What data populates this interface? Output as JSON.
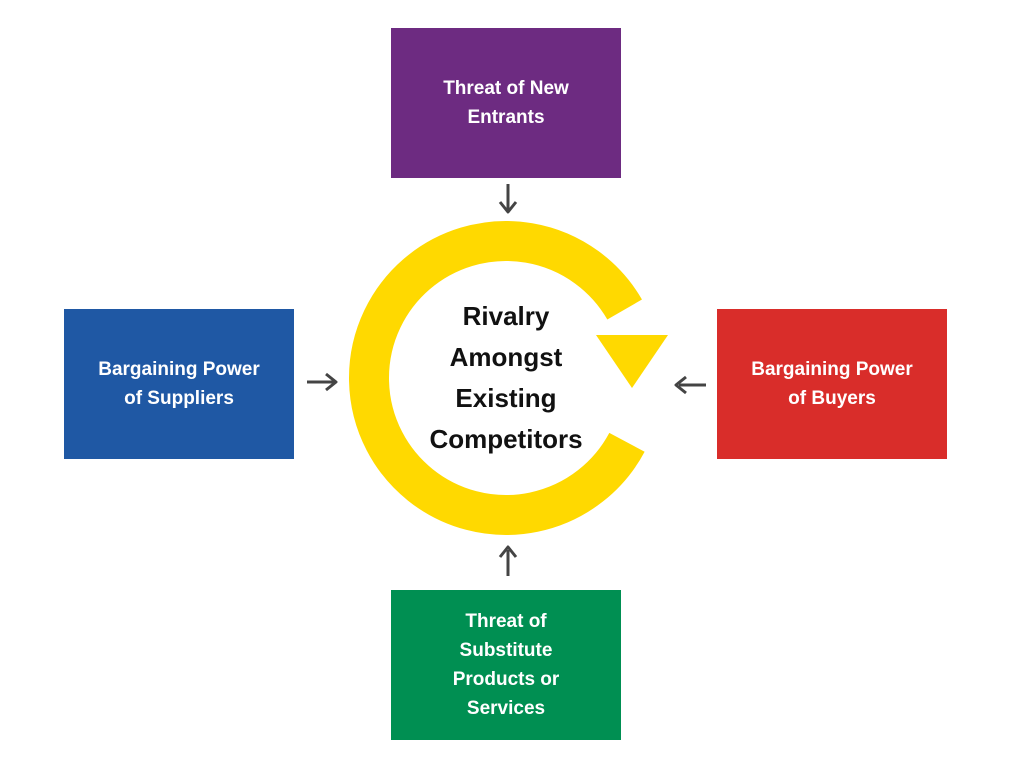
{
  "diagram": {
    "title": "Porter's Five Forces",
    "center": {
      "label": "Rivalry\nAmongst\nExisting\nCompetitors",
      "ring_color": "#FFD900",
      "text_color": "#111111"
    },
    "forces": {
      "top": {
        "label": "Threat of New\nEntrants",
        "color": "#6D2B81"
      },
      "left": {
        "label": "Bargaining Power\nof Suppliers",
        "color": "#1F58A4"
      },
      "right": {
        "label": "Bargaining Power\nof Buyers",
        "color": "#D92D2A"
      },
      "bottom": {
        "label": "Threat of\nSubstitute\nProducts or\nServices",
        "color": "#008F52"
      }
    },
    "arrow_color": "#444444"
  }
}
